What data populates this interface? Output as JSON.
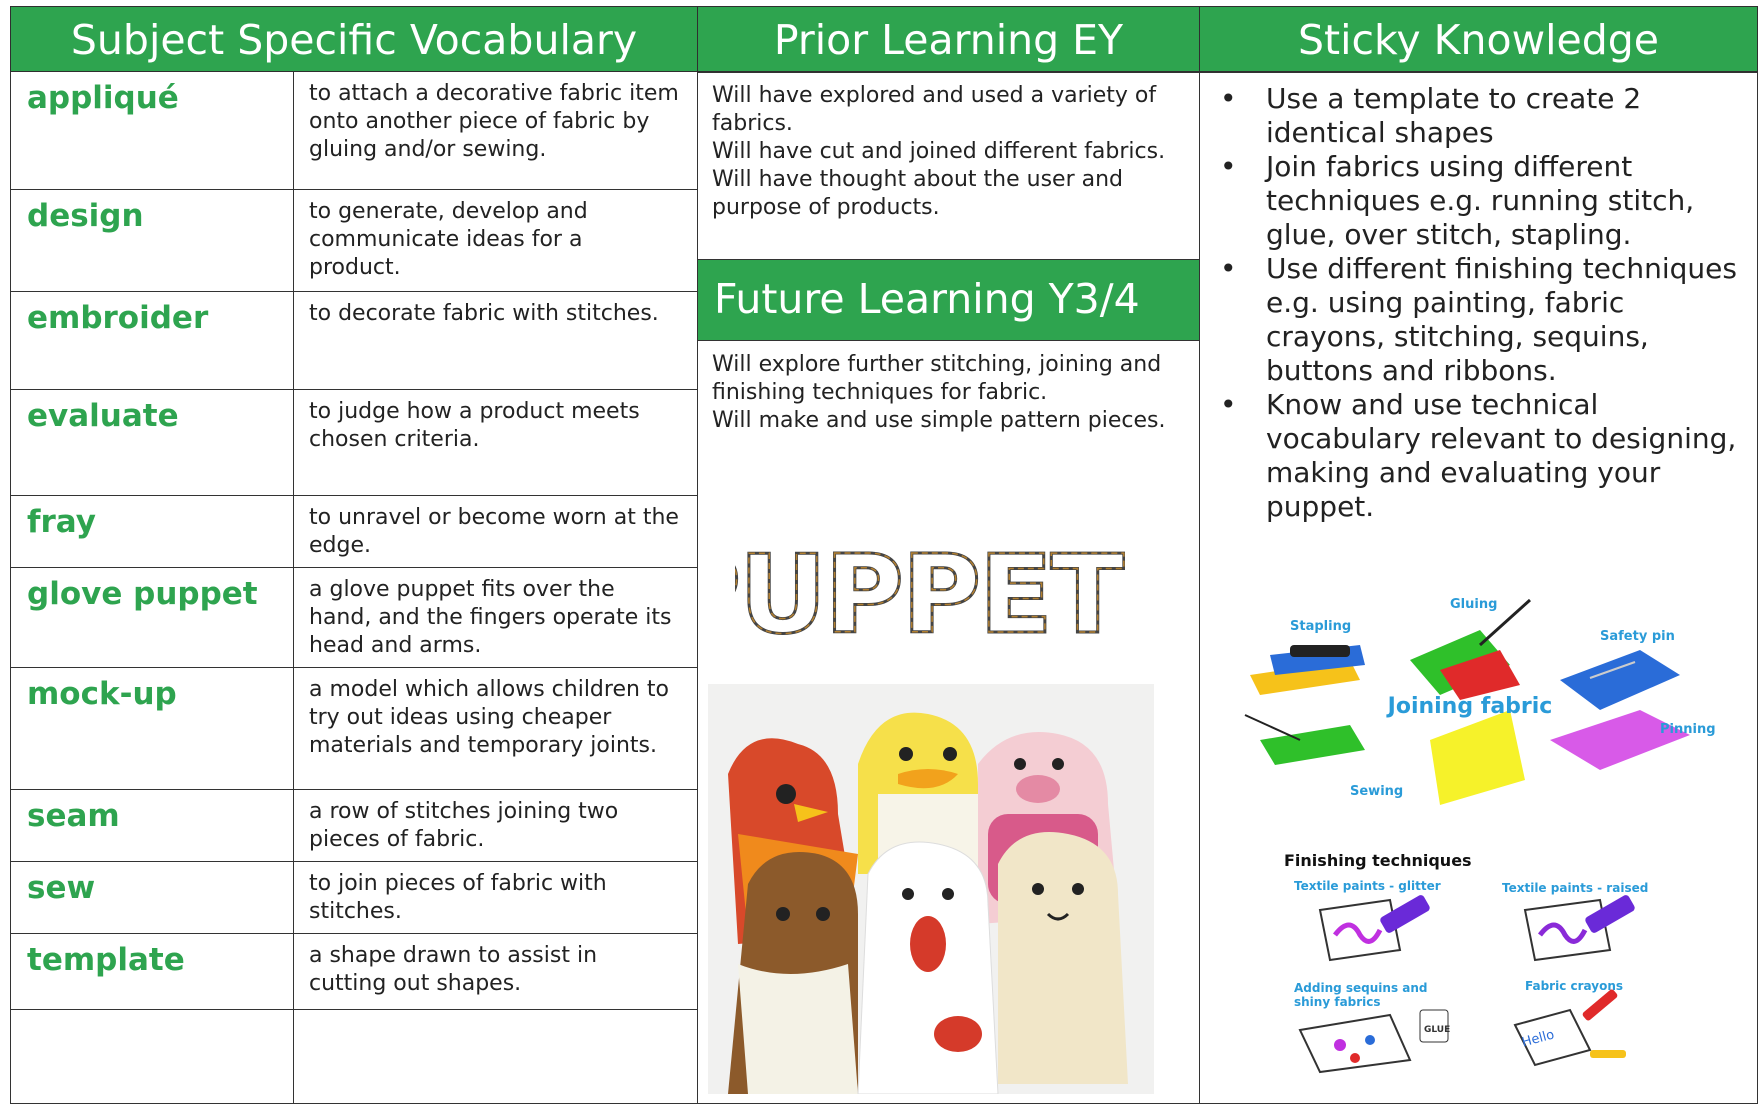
{
  "headers": {
    "vocabulary": "Subject Specific Vocabulary",
    "prior": "Prior Learning EY",
    "future": "Future Learning Y3/4",
    "sticky": "Sticky Knowledge"
  },
  "vocabulary": [
    {
      "word": "appliqué",
      "definition": "to attach a decorative fabric item onto another piece of fabric by gluing and/or sewing."
    },
    {
      "word": "design",
      "definition": "to generate, develop and communicate ideas for a product."
    },
    {
      "word": "embroider",
      "definition": "to decorate fabric with stitches."
    },
    {
      "word": "evaluate",
      "definition": "to judge how a product meets chosen criteria."
    },
    {
      "word": "fray",
      "definition": "to unravel or become worn at the edge."
    },
    {
      "word": "glove puppet",
      "definition": "a glove puppet fits over the hand, and the fingers operate its head and arms."
    },
    {
      "word": "mock-up",
      "definition": "a model which allows children to try out ideas using cheaper materials and temporary joints."
    },
    {
      "word": "seam",
      "definition": "a row of stitches joining two pieces of fabric."
    },
    {
      "word": "sew",
      "definition": "to join pieces of fabric with stitches."
    },
    {
      "word": "template",
      "definition": "a shape drawn to assist in cutting out shapes."
    }
  ],
  "prior_learning": [
    "Will have explored and used a variety of fabrics.",
    "Will have cut and joined different fabrics.",
    "Will have thought about the user and purpose of products."
  ],
  "future_learning": [
    "Will explore further stitching, joining and finishing techniques for fabric.",
    "Will make and use simple pattern pieces."
  ],
  "sticky_knowledge": [
    "Use a template to create 2 identical shapes",
    "Join fabrics using different techniques e.g. running stitch, glue, over stitch, stapling.",
    "Use different finishing techniques e.g. using painting, fabric crayons, stitching, sequins, buttons and ribbons.",
    "Know and use technical vocabulary relevant to designing, making and evaluating your puppet."
  ],
  "puppets_logo": "PUPPETS",
  "joining_diagram": {
    "title": "Joining fabric",
    "labels": {
      "stapling": "Stapling",
      "gluing": "Gluing",
      "safety_pin": "Safety pin",
      "pinning": "Pinning",
      "sewing": "Sewing"
    }
  },
  "finishing_diagram": {
    "title": "Finishing techniques",
    "labels": {
      "glitter": "Textile paints - glitter",
      "raised": "Textile paints - raised",
      "sequins_1": "Adding sequins and",
      "sequins_2": "shiny fabrics",
      "crayons": "Fabric crayons",
      "glue": "GLUE",
      "hello": "Hello"
    }
  },
  "colors": {
    "accent_green": "#2ea44f"
  }
}
